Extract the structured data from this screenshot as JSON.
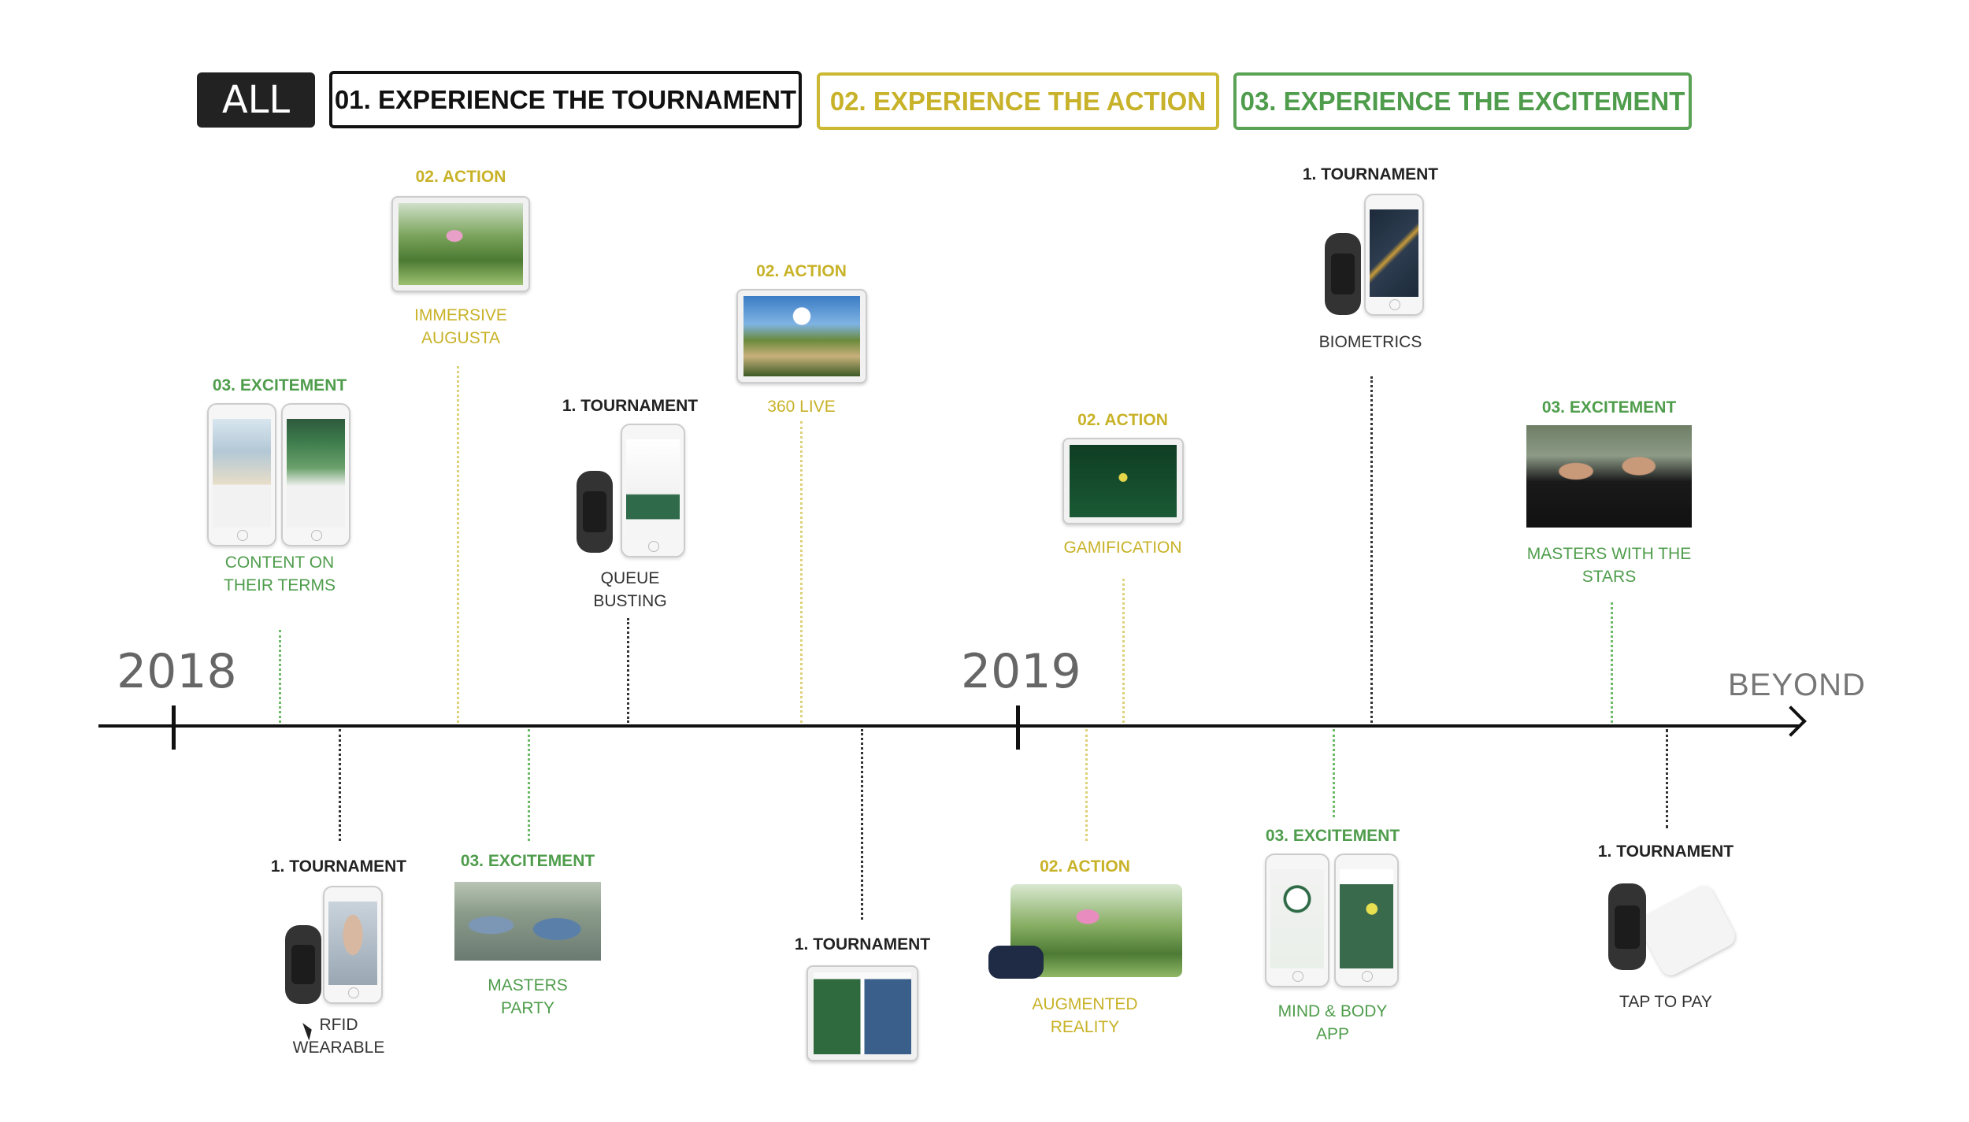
{
  "tabs": {
    "all": "ALL",
    "tournament": "01. EXPERIENCE THE TOURNAMENT",
    "action": "02. EXPERIENCE THE ACTION",
    "excitement": "03. EXPERIENCE THE EXCITEMENT"
  },
  "timeline": {
    "year_1": "2018",
    "year_2": "2019",
    "end": "BEYOND"
  },
  "items_above": [
    {
      "category": "03. EXCITEMENT",
      "label": "CONTENT ON\nTHEIR TERMS"
    },
    {
      "category": "02. ACTION",
      "label": "IMMERSIVE\nAUGUSTA"
    },
    {
      "category": "1. TOURNAMENT",
      "label": "QUEUE\nBUSTING"
    },
    {
      "category": "02. ACTION",
      "label": "360 LIVE"
    },
    {
      "category": "02. ACTION",
      "label": "GAMIFICATION"
    },
    {
      "category": "1. TOURNAMENT",
      "label": "BIOMETRICS"
    },
    {
      "category": "03. EXCITEMENT",
      "label": "MASTERS WITH THE\nSTARS"
    }
  ],
  "items_below": [
    {
      "category": "1. TOURNAMENT",
      "label": "RFID\nWEARABLE"
    },
    {
      "category": "03. EXCITEMENT",
      "label": "MASTERS\nPARTY"
    },
    {
      "category": "1. TOURNAMENT",
      "label": ""
    },
    {
      "category": "02. ACTION",
      "label": "AUGMENTED\nREALITY"
    },
    {
      "category": "03. EXCITEMENT",
      "label": "MIND & BODY\nAPP"
    },
    {
      "category": "1. TOURNAMENT",
      "label": "TAP TO PAY"
    }
  ],
  "colors": {
    "tournament": "#222222",
    "action": "#c8b228",
    "excitement": "#4f9d4c"
  }
}
